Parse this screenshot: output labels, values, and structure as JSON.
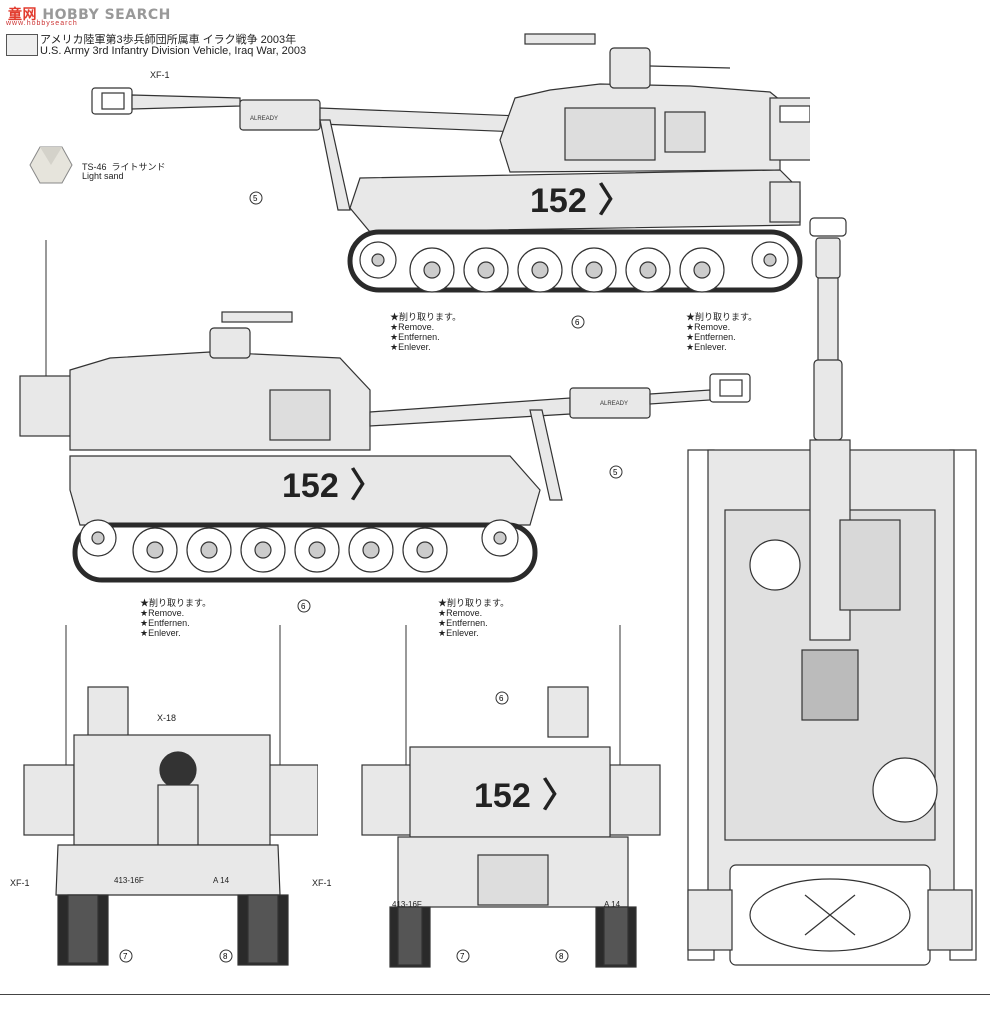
{
  "watermark": {
    "brand_cn": "童网",
    "brand_en": "HOBBY SEARCH",
    "sub": "www.hobbysearch"
  },
  "title": {
    "jp": "アメリカ陸軍第3歩兵師団所属車 イラク戦争 2003年",
    "en": "U.S. Army 3rd Infantry Division Vehicle, Iraq War, 2003"
  },
  "paint": {
    "xf1": "XF-1",
    "x18": "X-18",
    "ts46_code": "TS-46",
    "ts46_jp": "ライトサンド",
    "ts46_en": "Light sand",
    "ts46_color": "#e6e4dc"
  },
  "markings": {
    "number": "152",
    "chevron": "〉",
    "already": "ALREADY",
    "plate_left": "413-16F",
    "plate_right": "A 14",
    "plate_rear_left": "413-16F",
    "plate_rear_right": "A 14"
  },
  "callouts": {
    "c5": "5",
    "c6": "6",
    "c7": "7",
    "c8": "8"
  },
  "remove_note": {
    "jp": "★削り取ります。",
    "en": "★Remove.",
    "de": "★Entfernen.",
    "fr": "★Enlever."
  },
  "colors": {
    "line": "#333333",
    "fill": "#e8e8e8",
    "track": "#2a2a2a",
    "shade": "#cfcfcf"
  }
}
